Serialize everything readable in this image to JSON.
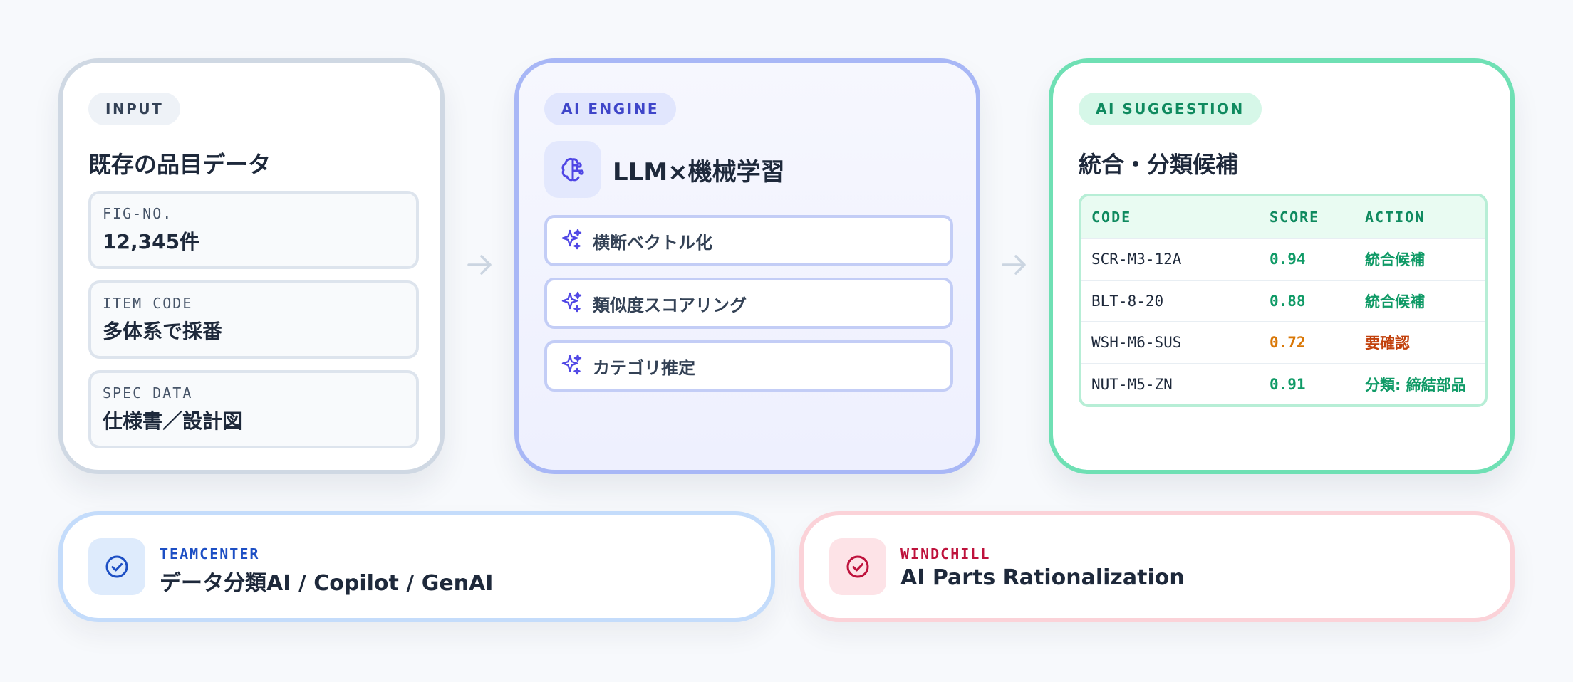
{
  "input_card": {
    "pill": "INPUT",
    "title": "既存の品目データ",
    "fields": [
      {
        "label": "FIG-NO.",
        "value": "12,345件"
      },
      {
        "label": "ITEM CODE",
        "value": "多体系で採番"
      },
      {
        "label": "SPEC DATA",
        "value": "仕様書／設計図"
      }
    ]
  },
  "engine_card": {
    "pill": "AI ENGINE",
    "title": "LLM×機械学習",
    "icon": "brain-icon",
    "steps": [
      {
        "label": "横断ベクトル化",
        "icon": "sparkle-icon"
      },
      {
        "label": "類似度スコアリング",
        "icon": "sparkle-icon"
      },
      {
        "label": "カテゴリ推定",
        "icon": "sparkle-icon"
      }
    ]
  },
  "suggestion_card": {
    "pill": "AI SUGGESTION",
    "title": "統合・分類候補",
    "headers": {
      "code": "CODE",
      "score": "SCORE",
      "action": "ACTION"
    },
    "rows": [
      {
        "code": "SCR-M3-12A",
        "score": "0.94",
        "action": "統合候補",
        "status": "high"
      },
      {
        "code": "BLT-8-20",
        "score": "0.88",
        "action": "統合候補",
        "status": "high"
      },
      {
        "code": "WSH-M6-SUS",
        "score": "0.72",
        "action": "要確認",
        "status": "review"
      },
      {
        "code": "NUT-M5-ZN",
        "score": "0.91",
        "action": "分類: 締結部品",
        "status": "high"
      }
    ]
  },
  "integrations": [
    {
      "label": "TEAMCENTER",
      "title": "データ分類AI / Copilot / GenAI",
      "icon": "check-circle-icon",
      "accent": "#1d4fc4"
    },
    {
      "label": "WINDCHILL",
      "title": "AI Parts Rationalization",
      "icon": "check-circle-icon",
      "accent": "#be123c"
    }
  ],
  "colors": {
    "high": "#0f9a66",
    "review": "#d97706",
    "engine_accent": "#4f46e5"
  }
}
